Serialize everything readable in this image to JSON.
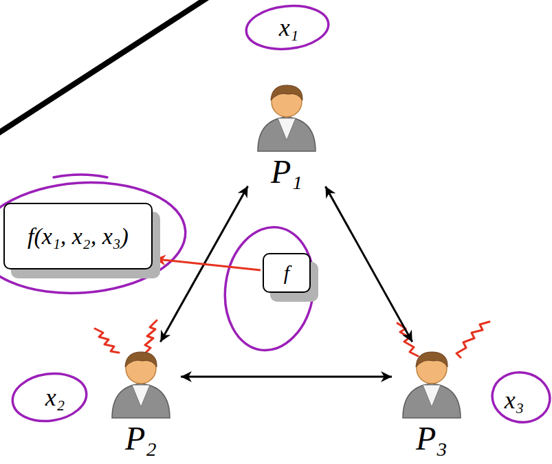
{
  "diagram": {
    "nodes": [
      {
        "text": [
          "P₁"
        ]
      },
      {
        "text": [
          "f(x₁, x₂, x₃)"
        ]
      },
      {
        "text": [
          "f"
        ]
      },
      {
        "text": [
          "P₂"
        ]
      },
      {
        "text": [
          "P₃"
        ]
      }
    ],
    "edges": [
      {
        "from": 0,
        "to": 3,
        "arrow": "both"
      },
      {
        "from": 0,
        "to": 4,
        "arrow": "both"
      },
      {
        "from": 3,
        "to": 4,
        "arrow": "both"
      },
      {
        "from": 2,
        "to": 1,
        "arrow": "to"
      }
    ],
    "labels": [
      "x₁",
      "x₂",
      "x₃"
    ]
  }
}
